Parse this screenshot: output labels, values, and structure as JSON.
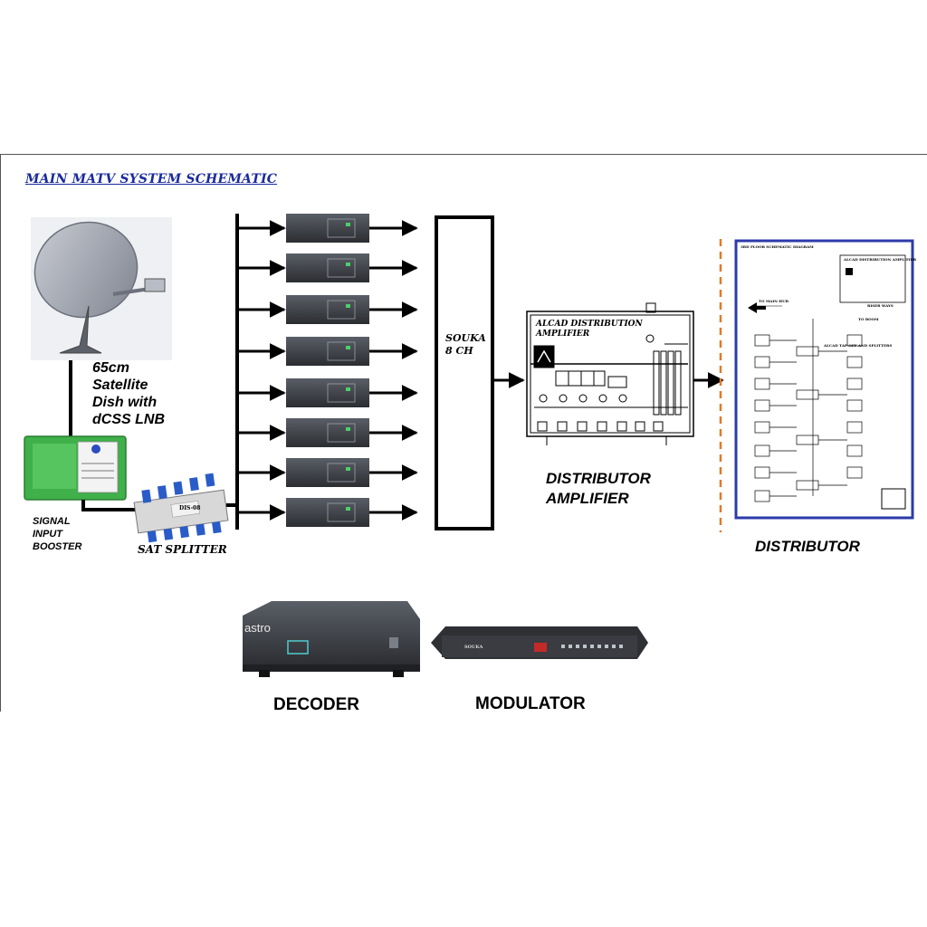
{
  "title": "MAIN MATV SYSTEM SCHEMATIC",
  "dish": {
    "label_lines": [
      "65cm",
      "Satellite",
      "Dish with",
      "dCSS LNB"
    ],
    "icon": "satellite-dish-icon"
  },
  "booster": {
    "label_lines": [
      "SIGNAL",
      "INPUT",
      "BOOSTER"
    ]
  },
  "splitter": {
    "label": "SAT SPLITTER",
    "device_text": "DIS-08"
  },
  "souka": {
    "label_lines": [
      "SOUKA",
      "8 CH"
    ]
  },
  "amplifier": {
    "inner_label_lines": [
      "ALCAD DISTRIBUTION",
      "AMPLIFIER"
    ],
    "caption_lines": [
      "DISTRIBUTOR",
      "AMPLIFIER"
    ]
  },
  "distributor": {
    "label": "DISTRIBUTOR",
    "thumb_texts": {
      "heading": "3RD FLOOR SCHEMATIC DIAGRAM",
      "amp": "ALCAD DISTRIBUTION AMPLIFIER",
      "to_main": "TO MAIN HUB",
      "to_room": "TO ROOM",
      "riser": "RISER WAYS",
      "tap": "ALCAD TAP-OFF AND SPLITTERS"
    }
  },
  "decoder": {
    "label": "DECODER",
    "brand": "astro"
  },
  "modulator": {
    "label": "MODULATOR",
    "brand": "SOUKA"
  },
  "receiver_count": 8,
  "colors": {
    "title": "#1a2a9c",
    "dashed_divider": "#e07a2c",
    "distributor_border": "#2c3aa8",
    "booster": "#3fb04a",
    "splitter_port": "#2a5cc8"
  }
}
